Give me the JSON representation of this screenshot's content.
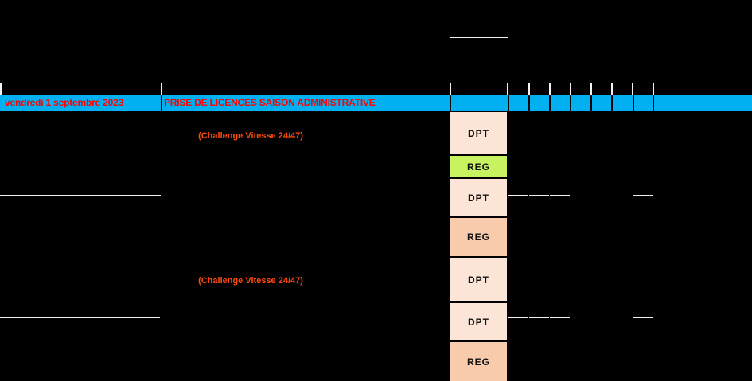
{
  "palette": {
    "background": "#000000",
    "banner_blue": "#00B0F0",
    "red_text": "#FF0000",
    "challenge_orange": "#FF4B0D",
    "cell_light_peach": "#FCE4D6",
    "cell_dark_peach": "#F8CBAD",
    "cell_green": "#C6F35F",
    "grid_line_white": "#F2F2F2",
    "cell_text": "#111111"
  },
  "banner": {
    "date_label": "vendredi 1 septembre 2023",
    "title": "PRISE DE LICENCES SAISON ADMINISTRATIVE"
  },
  "annotations": {
    "challenge_top": "(Challenge Vitesse 24/47)",
    "challenge_bottom": "(Challenge Vitesse 24/47)"
  },
  "schedule_column": {
    "cells": [
      {
        "label": "DPT",
        "color": "#FCE4D6"
      },
      {
        "label": "REG",
        "color": "#C6F35F"
      },
      {
        "label": "DPT",
        "color": "#FCE4D6"
      },
      {
        "label": "REG",
        "color": "#F8CBAD"
      },
      {
        "label": "DPT",
        "color": "#FCE4D6"
      },
      {
        "label": "DPT",
        "color": "#FCE4D6"
      },
      {
        "label": "REG",
        "color": "#F8CBAD"
      }
    ]
  }
}
